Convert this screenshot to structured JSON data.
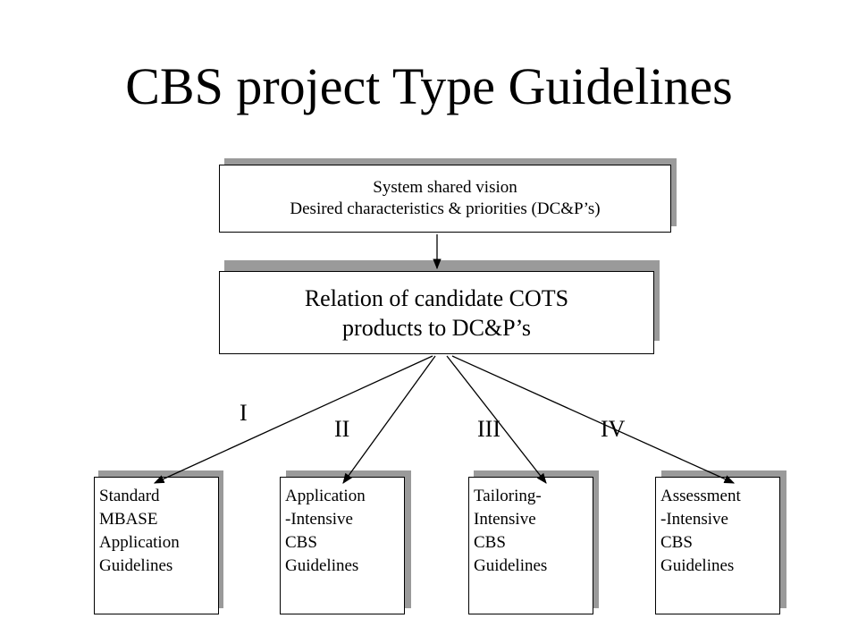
{
  "title": "CBS project Type Guidelines",
  "vision_box": {
    "line1": "System shared vision",
    "line2": "Desired characteristics & priorities (DC&P’s)"
  },
  "relation_box": {
    "line1": "Relation of candidate COTS",
    "line2": "products to DC&P’s"
  },
  "branches": [
    {
      "numeral": "I",
      "lines": [
        "Standard",
        "MBASE",
        "Application",
        "Guidelines"
      ]
    },
    {
      "numeral": "II",
      "lines": [
        "Application",
        "-Intensive",
        "CBS",
        "Guidelines"
      ]
    },
    {
      "numeral": "III",
      "lines": [
        "Tailoring-",
        "Intensive",
        "CBS",
        "Guidelines"
      ]
    },
    {
      "numeral": "IV",
      "lines": [
        "Assessment",
        "-Intensive",
        "CBS",
        "Guidelines"
      ]
    }
  ],
  "colors": {
    "shadow": "#9a9a9a",
    "line": "#000000",
    "background": "#ffffff"
  }
}
